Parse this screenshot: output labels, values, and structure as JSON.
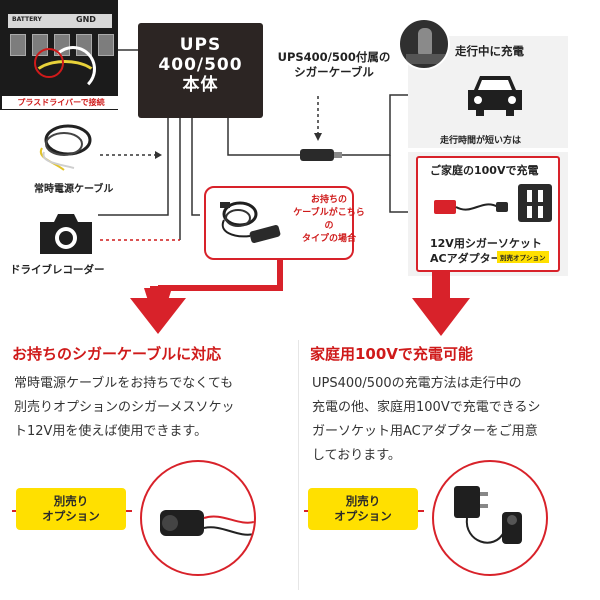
{
  "terminal": {
    "label": "プラスドライバーで接続",
    "term_text": [
      "BATTERY",
      "GND"
    ]
  },
  "ups": {
    "line1": "UPS",
    "line2": "400/500",
    "line3": "本体"
  },
  "cigar_cable": {
    "line1": "UPS400/500付属の",
    "line2": "シガーケーブル"
  },
  "driving": {
    "title": "走行中に充電",
    "note": "走行時間が短い方は"
  },
  "home": {
    "title": "ご家庭の100Vで充電",
    "adapter_line1": "12V用シガーソケット",
    "adapter_line2": "ACアダプター",
    "option_small": "別売オプション"
  },
  "always_on_cable": {
    "label": "常時電源ケーブル"
  },
  "dashcam": {
    "label": "ドライブレコーダー"
  },
  "callout": {
    "line1": "お持ちの",
    "line2": "ケーブルがこちらの",
    "line3": "タイプの場合"
  },
  "left_section": {
    "title": "お持ちのシガーケーブルに対応",
    "body": [
      "常時電源ケーブルをお持ちでなくても",
      "別売りオプションのシガーメスソケッ",
      "ト12V用を使えば使用できます。"
    ],
    "badge_line1": "別売り",
    "badge_line2": "オプション"
  },
  "right_section": {
    "title": "家庭用100Vで充電可能",
    "body": [
      "UPS400/500の充電方法は走行中の",
      "充電の他、家庭用100Vで充電できるシ",
      "ガーソケット用ACアダプターをご用意",
      "しております。"
    ],
    "badge_line1": "別売り",
    "badge_line2": "オプション"
  },
  "colors": {
    "accent_red": "#d8222a",
    "badge_yellow": "#ffe000",
    "ups_body": "#2c2523"
  }
}
